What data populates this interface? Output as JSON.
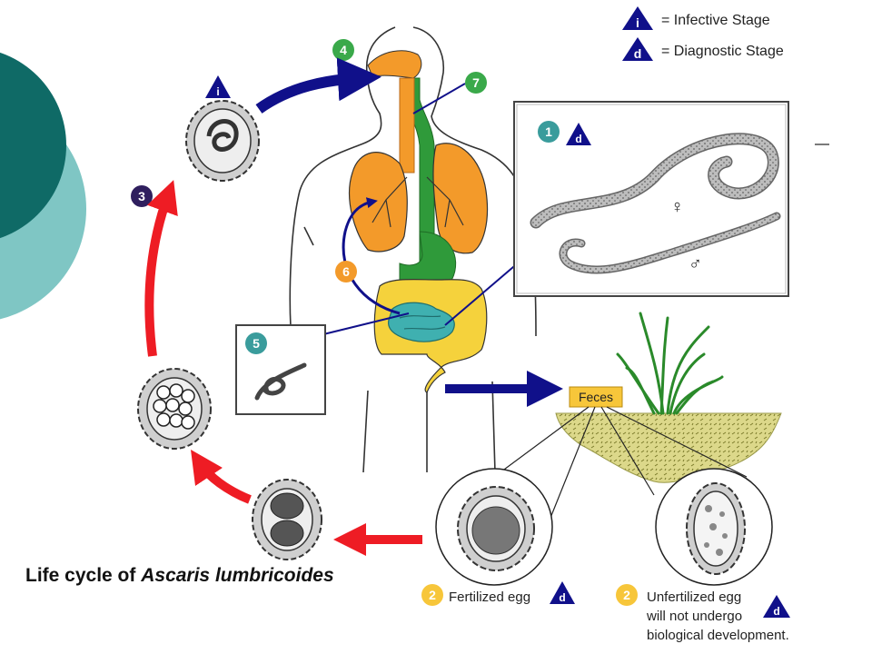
{
  "legend": {
    "infective_symbol": "i",
    "infective_text": "= Infective Stage",
    "diagnostic_symbol": "d",
    "diagnostic_text": "= Diagnostic Stage"
  },
  "steps": {
    "s1": "1",
    "s2a": "2",
    "s2b": "2",
    "s3": "3",
    "s4": "4",
    "s5": "5",
    "s6": "6",
    "s7": "7"
  },
  "symbols": {
    "female": "♀",
    "male": "♂"
  },
  "labels": {
    "feces": "Feces",
    "fertilized_egg": "Fertilized egg",
    "unfertilized_line1": "Unfertilized egg",
    "unfertilized_line2": "will not undergo",
    "unfertilized_line3": "biological development."
  },
  "caption": {
    "prefix": "Life cycle of ",
    "species": "Ascaris lumbricoides"
  },
  "colors": {
    "teal_dark": "#0f6a66",
    "teal_light": "#7fc6c4",
    "arrow_blue": "#10108a",
    "arrow_red": "#ee1c24",
    "green_badge": "#3aa94a",
    "teal_badge": "#3a9c9c",
    "purple_badge": "#2f1f5e",
    "orange_badge": "#f39a2a",
    "yellow_badge": "#f7c63a",
    "lung_orange": "#f39a2a",
    "intestine_yellow": "#f5d23c",
    "small_intestine_teal": "#3fb0b0",
    "esophagus_green": "#2f9a3a"
  }
}
